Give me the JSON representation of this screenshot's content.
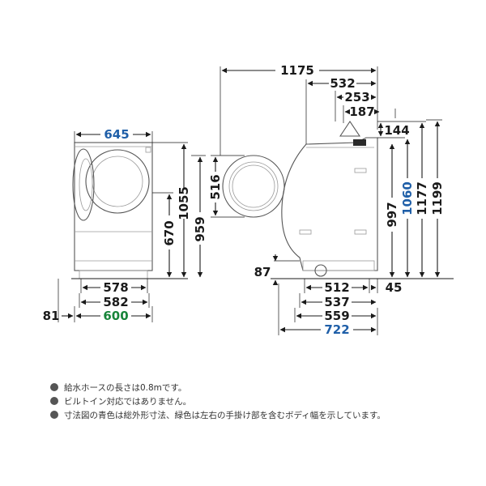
{
  "front_view": {
    "width_top": "645",
    "height_door_center": "1055",
    "height_body": "670",
    "height_total": "959",
    "width_inner": "578",
    "width_outer": "582",
    "width_with_handles": "600",
    "foot_offset": "81"
  },
  "side_view": {
    "total_depth": "1175",
    "depth_532": "532",
    "depth_253": "253",
    "depth_187": "187",
    "depth_144": "144",
    "door_diameter": "516",
    "height_997": "997",
    "height_1060": "1060",
    "height_1177": "1177",
    "height_1199": "1199",
    "foot_height": "87",
    "bottom_offset": "45",
    "depth_512": "512",
    "depth_537": "537",
    "depth_559": "559",
    "depth_722": "722"
  },
  "notes": [
    "給水ホースの長さは0.8mです。",
    "ビルトイン対応ではありません。",
    "寸法図の青色は総外形寸法、緑色は左右の手掛け部を含むボディ幅を示しています。"
  ],
  "colors": {
    "blue_dimension": "#1f5fa8",
    "green_dimension": "#18853a",
    "black_dimension": "#1a1a1a"
  }
}
